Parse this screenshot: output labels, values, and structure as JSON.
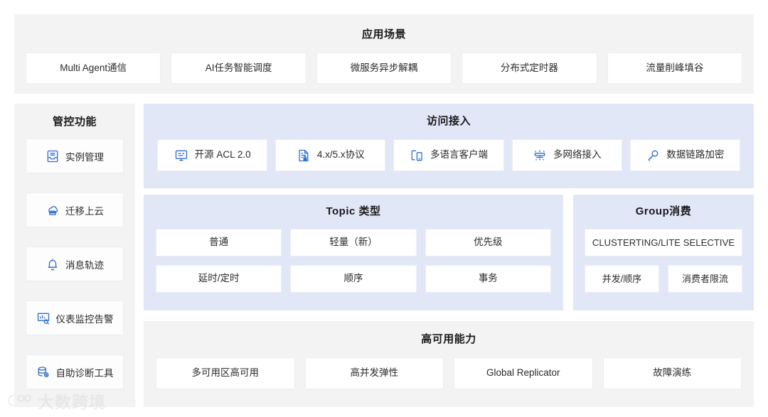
{
  "scenarios": {
    "title": "应用场景",
    "items": [
      {
        "label": "Multi Agent通信"
      },
      {
        "label": "AI任务智能调度"
      },
      {
        "label": "微服务异步解耦"
      },
      {
        "label": "分布式定时器"
      },
      {
        "label": "流量削峰填谷"
      }
    ]
  },
  "sidebar": {
    "title": "管控功能",
    "items": [
      {
        "label": "实例管理",
        "icon": "inbox-tray-icon"
      },
      {
        "label": "迁移上云",
        "icon": "cloud-upload-icon"
      },
      {
        "label": "消息轨迹",
        "icon": "bell-icon"
      },
      {
        "label": "仪表监控告警",
        "icon": "monitor-chart-icon"
      },
      {
        "label": "自助诊断工具",
        "icon": "database-gear-icon"
      }
    ]
  },
  "access": {
    "title": "访问接入",
    "items": [
      {
        "label": "开源 ACL 2.0",
        "icon": "monitor-icon"
      },
      {
        "label": "4.x/5.x协议",
        "icon": "document-lock-icon"
      },
      {
        "label": "多语言客户端",
        "icon": "devices-icon"
      },
      {
        "label": "多网络接入",
        "icon": "network-hub-icon"
      },
      {
        "label": "数据链路加密",
        "icon": "key-icon"
      }
    ]
  },
  "topic": {
    "title": "Topic 类型",
    "row1": [
      {
        "label": "普通"
      },
      {
        "label": "轻量（新）"
      },
      {
        "label": "优先级"
      }
    ],
    "row2": [
      {
        "label": "延时/定时"
      },
      {
        "label": "顺序"
      },
      {
        "label": "事务"
      }
    ]
  },
  "group": {
    "title": "Group消费",
    "row1": [
      {
        "label": "CLUSTERTING/LITE SELECTIVE"
      }
    ],
    "row2": [
      {
        "label": "并发/顺序"
      },
      {
        "label": "消费者限流"
      }
    ]
  },
  "high_availability": {
    "title": "高可用能力",
    "items": [
      {
        "label": "多可用区高可用"
      },
      {
        "label": "高并发弹性"
      },
      {
        "label": "Global Replicator"
      },
      {
        "label": "故障演练"
      }
    ]
  },
  "watermark": {
    "text": "大数跨境",
    "logo": "dashu-logo-icon"
  },
  "colors": {
    "section_gray": "#f3f3f3",
    "section_blue": "#e2e7f8",
    "card_white": "#ffffff",
    "icon_blue": "#2f6fd0",
    "text_dark": "#1a1a1a"
  }
}
